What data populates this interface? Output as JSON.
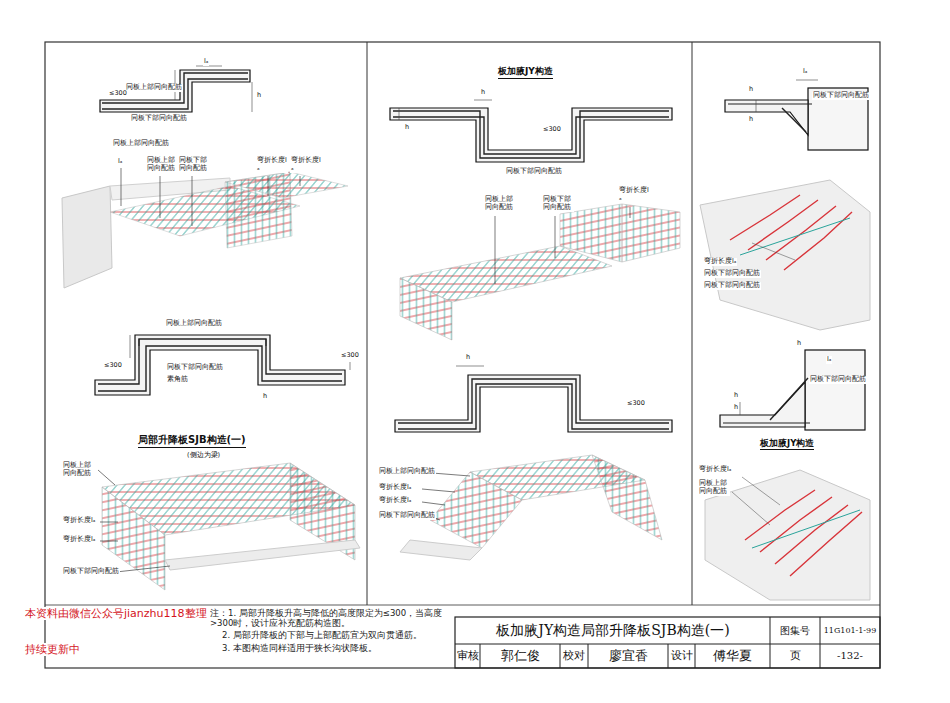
{
  "diagram": {
    "title": "板加腋JY构造局部升降板SJB构造(一)",
    "labels": [
      "同板上部同向配筋",
      "同板下部同向配筋",
      "lₐ",
      "≤300",
      "h",
      "同板上部同向配筋",
      "lₐ",
      "同板上部同向配筋",
      "同板下部同向配筋",
      "弯折长度lₐ",
      "弯折长度lₐ",
      "同板上部同向配筋",
      "≤300",
      "≤300",
      "同板下部同向配筋",
      "素角筋",
      "h",
      "局部升降板SJB构造(一)",
      "(侧边为梁)",
      "同板上部同向配筋",
      "弯折长度lₐ",
      "弯折长度lₐ",
      "同板下部同向配筋",
      "板加腋JY构造",
      "h",
      "≤300",
      "h",
      "同板下部同向配筋",
      "同板上部同向配筋",
      "同板下部同向配筋",
      "弯折长度lₐ",
      "h",
      "≤300",
      "同板上部同向配筋",
      "弯折长度lₐ",
      "弯折长度lₐ",
      "同板下部同向配筋",
      "lₐ",
      "h",
      "h",
      "同板下部同向配筋",
      "弯折长度lₐ",
      "同板下部同向配筋",
      "同板下部同向配筋",
      "h",
      "lₐ",
      "h",
      "h",
      "同板下部同向配筋",
      "板加腋JY构造",
      "弯折长度lₐ",
      "同板上部同向配筋",
      "注：1. 局部升降板升高与降低的高度限定为≤300，当高度>300时，设计应补充配筋构造图。",
      "2. 局部升降板的下部与上部配筋宜为双向贯通筋。",
      "3. 本图构造同样适用于狭长沟状降板。",
      "本资料由微信公众号jianzhu118整理",
      "持续更新中",
      "审核",
      "郭仁俊",
      "校对",
      "廖宜香",
      "设计",
      "傅华夏",
      "页",
      "图集号",
      "11G101-1-99",
      "-132-"
    ]
  }
}
